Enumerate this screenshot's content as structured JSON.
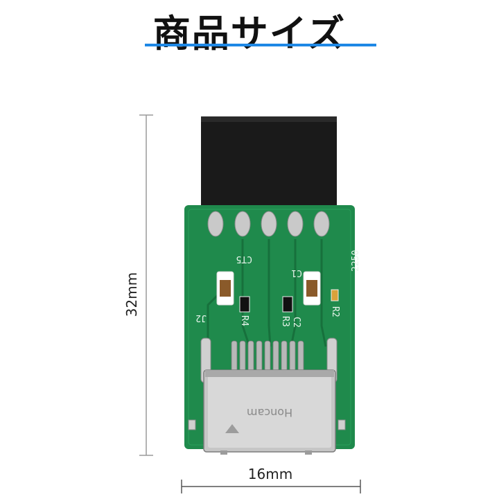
{
  "header": {
    "title": "商品サイズ",
    "rule_color": "#1e88e5"
  },
  "dimensions": {
    "height_label": "32mm",
    "width_label": "16mm"
  },
  "board": {
    "pcb_color": "#1f8a4c",
    "silkscreen": [
      "J2",
      "R4",
      "R3",
      "C2",
      "C1",
      "R2",
      "2250",
      "CT5"
    ],
    "connector_brand": "Honcam"
  }
}
